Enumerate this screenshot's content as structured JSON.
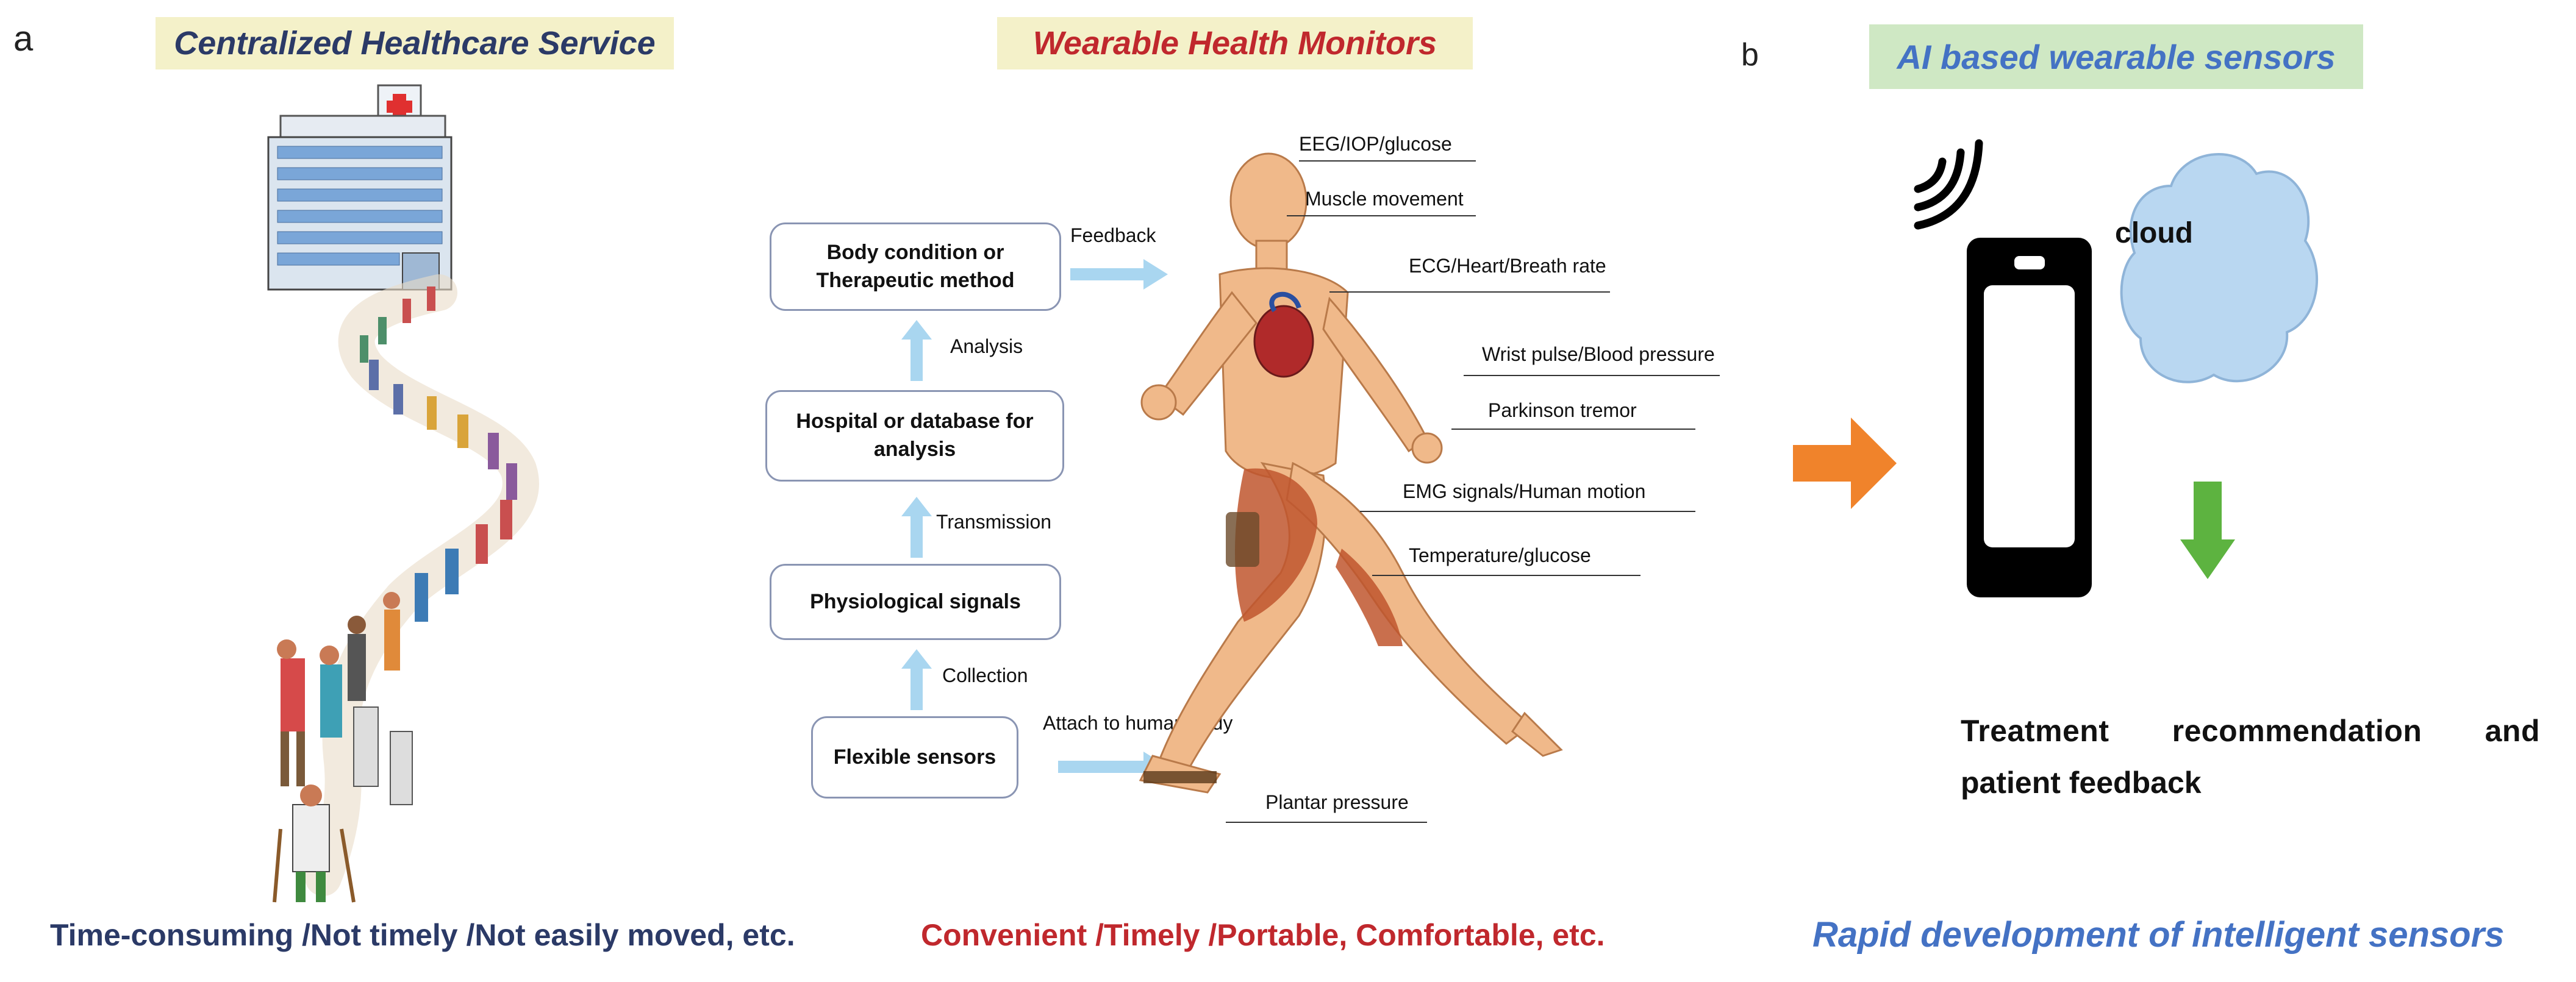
{
  "panel_a": {
    "letter": "a",
    "left_banner": "Centralized Healthcare Service",
    "middle_banner": "Wearable Health Monitors",
    "left_caption": "Time-consuming /Not timely /Not easily moved, etc.",
    "middle_caption": "Convenient /Timely /Portable, Comfortable, etc.",
    "flow": {
      "boxes": [
        "Body condition or Therapeutic method",
        "Hospital or database for analysis",
        "Physiological signals",
        "Flexible sensors"
      ],
      "labels": {
        "analysis": "Analysis",
        "transmission": "Transmission",
        "collection": "Collection",
        "feedback": "Feedback",
        "attach": "Attach to human body"
      }
    },
    "body_labels": [
      "EEG/IOP/glucose",
      "Muscle movement",
      "ECG/Heart/Breath rate",
      "Wrist pulse/Blood pressure",
      "Parkinson tremor",
      "EMG signals/Human motion",
      "Temperature/glucose",
      "Plantar pressure"
    ]
  },
  "panel_b": {
    "letter": "b",
    "banner": "AI based wearable sensors",
    "cloud_label": "cloud",
    "treatment_line1": "Treatment recommendation and",
    "treatment_line2": "patient feedback",
    "caption": "Rapid development of intelligent sensors"
  },
  "colors": {
    "banner_bg_left": "#f4f1c9",
    "banner_bg_middle": "#f4f1c9",
    "banner_bg_right": "#cfe8c4",
    "left_banner_text": "#2b3a67",
    "middle_banner_text": "#c0282d",
    "right_banner_text": "#4472c4",
    "orange_arrow": "#f0832b",
    "green_arrow": "#5db340",
    "cloud_fill": "#b9d7f1",
    "flow_arrow": "#a9d6f0"
  }
}
